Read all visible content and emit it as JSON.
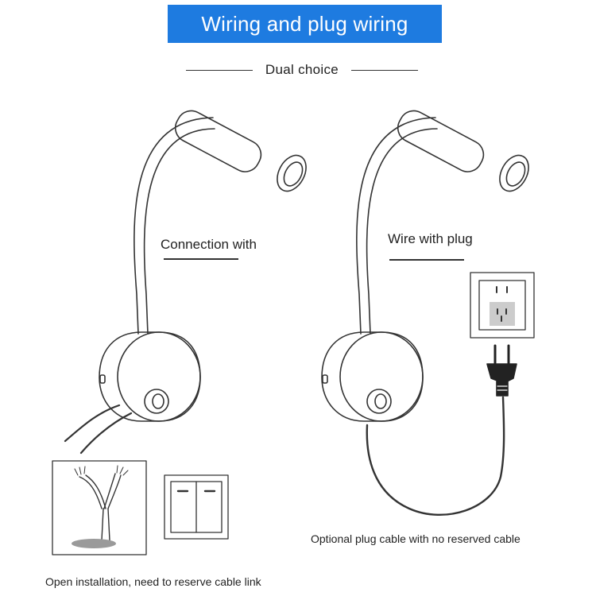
{
  "header": {
    "title": "Wiring and plug wiring",
    "subtitle": "Dual choice"
  },
  "left_option": {
    "label": "Connection with",
    "caption": "Open installation, need to reserve cable link"
  },
  "right_option": {
    "label": "Wire with plug",
    "caption": "Optional plug cable with no reserved cable"
  },
  "colors": {
    "banner": "#1e7be0",
    "banner_text": "#ffffff",
    "line_art": "#333333"
  }
}
